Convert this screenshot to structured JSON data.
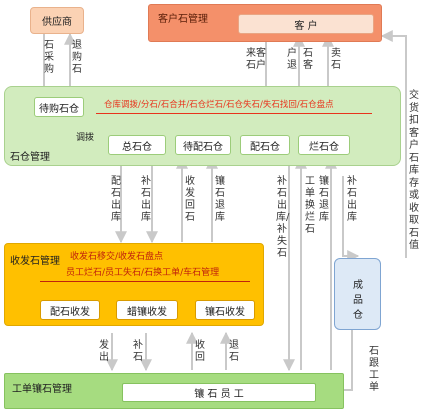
{
  "nodes": {
    "supplier": "供应商",
    "customer_mgmt": "客户石管理",
    "customer": "客 户",
    "warehouse_mgmt": "石仓管理",
    "pending_purchase": "待购石仓",
    "warehouse_ops": "仓库调拨/分石/石合并/石仓烂石/石仓失石/失石找回/石仓盘点",
    "main_warehouse": "总石仓",
    "pending_issue": "待配石仓",
    "issue_warehouse": "配石仓",
    "broken_warehouse": "烂石仓",
    "dispatch_mgmt": "收发石管理",
    "dispatch_ops_1": "收发石移交/收发石盘点",
    "dispatch_ops_2": "员工烂石/员工失石/石换工单/车石管理",
    "issue_recv": "配石收发",
    "wax_recv": "蜡镶收发",
    "set_recv": "镶石收发",
    "finished_warehouse": "成品仓",
    "workorder_mgmt": "工单镶石管理",
    "setter": "镶 石 员 工"
  },
  "labels": {
    "stone_purchase": "石采购",
    "return_purchase": "退购石",
    "customer_incoming": "来客石户",
    "return_customer_1": "户退",
    "return_customer_2": "石客",
    "sell_stone": "卖石",
    "transfer": "调拨",
    "exchange_side": "交货扣客户石库存或收取石值",
    "issue_out": "配石出库",
    "replenish_out": "补石出库",
    "recv_recover": "收发回石",
    "setting_return": "镶石退库",
    "replenish_lost": "补石出库/补失石",
    "workorder_swap": "工单换烂石",
    "setting_return_2": "镶石退库",
    "replenish_out_2": "补石出库",
    "send_out": "发出",
    "replenish": "补石",
    "recover": "收回",
    "return_stone": "退石",
    "stone_follow": "石跟工单"
  },
  "colors": {
    "supplier_fill": "#fbd2b4",
    "customer_fill": "#f4906a",
    "customer_inner": "#fbe2d2",
    "warehouse_fill": "#d2ecbe",
    "warehouse_text": "#e8331c",
    "dispatch_fill": "#ffc000",
    "finished_fill": "#dde9f6",
    "workorder_fill": "#a6dc80",
    "connector_arrow": "#4a86c8"
  }
}
